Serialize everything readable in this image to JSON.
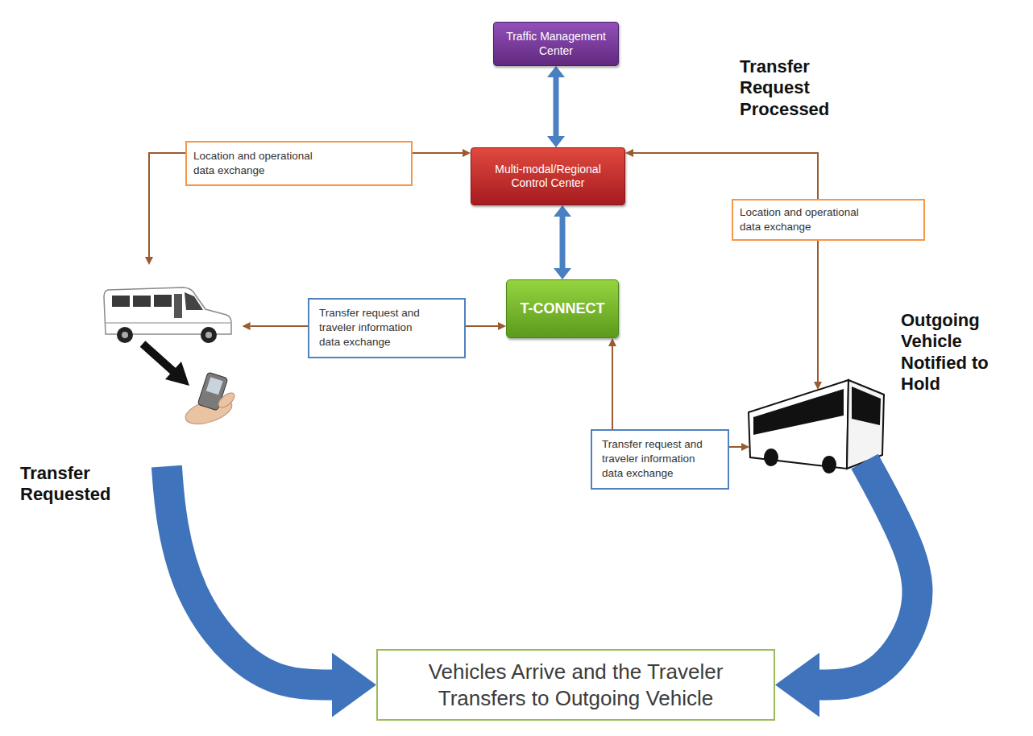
{
  "diagram": {
    "nodes": [
      {
        "text": [
          "Transfer Request Processed"
        ]
      },
      {
        "text": [
          "Traffic Management Center"
        ],
        "in": 0
      },
      {
        "text": [
          "Multi-modal/Regional Control Center"
        ],
        "in": 0
      },
      {
        "text": [
          "T-CONNECT"
        ],
        "in": 0
      },
      {
        "text": [
          "Transfer Requested"
        ]
      },
      {
        "text": [
          "Outgoing Vehicle Notified to Hold"
        ]
      },
      {
        "text": [
          "Vehicles Arrive and the Traveler Transfers to Outgoing Vehicle"
        ]
      }
    ],
    "edges": [
      {
        "from": 1,
        "to": 2,
        "arrow": "both"
      },
      {
        "from": 2,
        "to": 3,
        "arrow": "both"
      },
      {
        "from": 2,
        "to": 4,
        "label": "Location and operational data exchange",
        "arrow": "both"
      },
      {
        "from": 2,
        "to": 5,
        "label": "Location and operational data exchange",
        "arrow": "both"
      },
      {
        "from": 4,
        "to": 3,
        "label": "Transfer request and traveler information data exchange",
        "arrow": "both"
      },
      {
        "from": 3,
        "to": 5,
        "label": "Transfer request and traveler information data exchange",
        "arrow": "both"
      },
      {
        "from": 4,
        "to": 6,
        "arrow": "to"
      },
      {
        "from": 5,
        "to": 6,
        "arrow": "to"
      }
    ]
  }
}
